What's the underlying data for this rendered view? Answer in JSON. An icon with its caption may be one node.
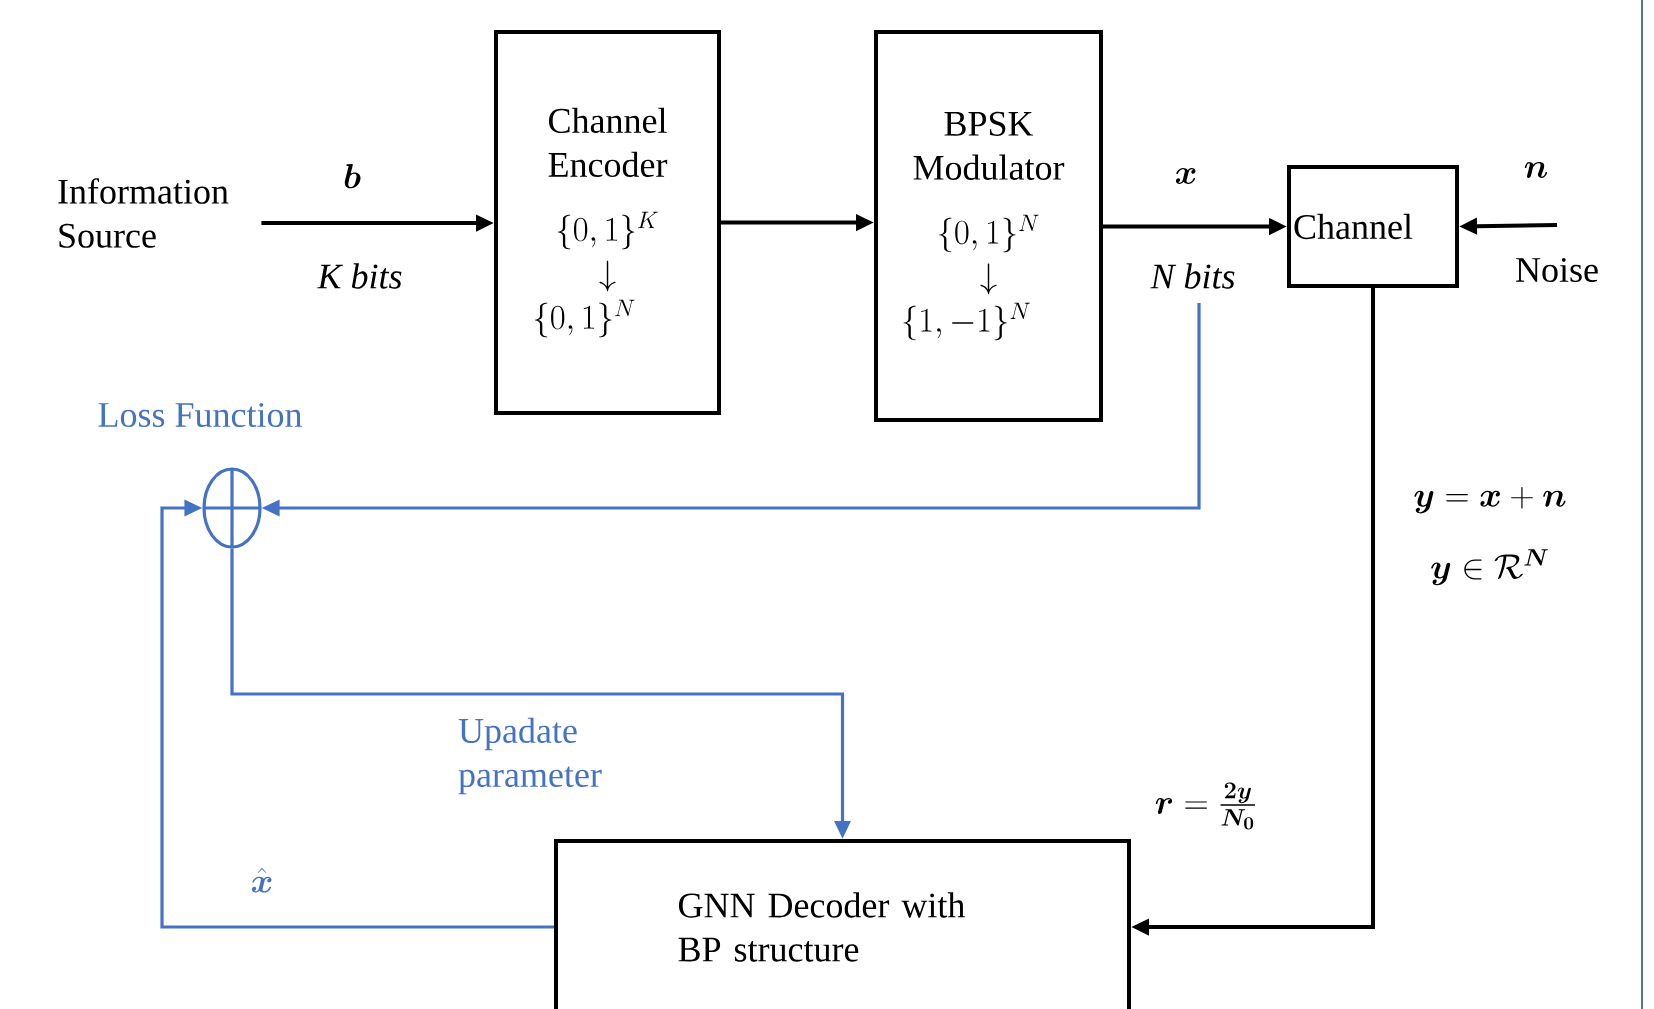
{
  "diagram": {
    "nodes": [
      {
        "text": [
          "Information Source"
        ]
      },
      {
        "text": [
          "Channel Encoder",
          "\\{0,1\\}^{K}",
          "\\downarrow",
          "\\{0,1\\}^{N}"
        ]
      },
      {
        "text": [
          "BPSK Modulator",
          "\\{0,1\\}^{N}",
          "\\downarrow",
          "\\{1,-1\\}^{N}"
        ]
      },
      {
        "text": [
          "Channel"
        ]
      },
      {
        "text": [],
        "shape": "circle",
        "beside": [
          "Loss Function"
        ]
      },
      {
        "text": [
          "GNN Decoder with BP structure"
        ]
      }
    ],
    "edges": [
      {
        "from": 0,
        "to": 1,
        "arrow": "to",
        "label": "\\boldsymbol{b}"
      },
      {
        "from": 1,
        "to": 2,
        "arrow": "to"
      },
      {
        "from": 2,
        "to": 3,
        "arrow": "to",
        "label": "\\boldsymbol{x}"
      },
      {
        "from": null,
        "to": 3,
        "arrow": "to"
      },
      {
        "from": 3,
        "to": 5,
        "arrow": "to",
        "label": "\\boldsymbol{r}=\\frac{\\boldsymbol{2y}}{\\boldsymbol{N_0}}"
      },
      {
        "from": null,
        "to": 4,
        "arrow": "to",
        "color": "#4472c4"
      },
      {
        "from": 4,
        "to": 5,
        "arrow": "to",
        "color": "#4472c4",
        "label": "Upadate parameter"
      },
      {
        "from": 5,
        "to": 4,
        "arrow": "to",
        "color": "#4472c4",
        "label": "\\hat{\\boldsymbol{x}}"
      }
    ],
    "labels": [
      "K bits",
      "N bits",
      "\\boldsymbol{n}",
      "Noise",
      "\\boldsymbol{y}=\\boldsymbol{x}+\\boldsymbol{n}",
      "\\boldsymbol{y}\\in\\mathcal{R}^{\\boldsymbol{N}}"
    ]
  }
}
